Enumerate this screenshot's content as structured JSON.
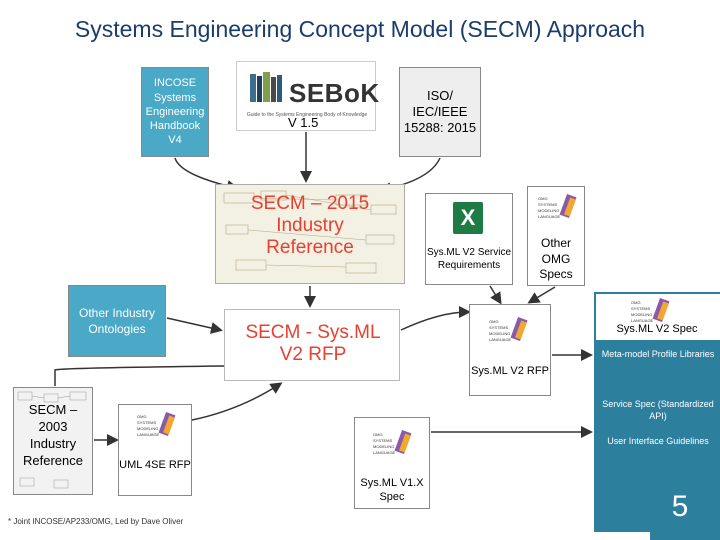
{
  "title": "Systems Engineering Concept Model (SECM) Approach",
  "nodes": {
    "incose": "INCOSE Systems Engineering Handbook V4",
    "sebok_logo": "SEBoK",
    "sebok_subtitle": "Guide to the Systems Engineering Body of Knowledge",
    "sebok_version": "V 1.5",
    "iso": "ISO/ IEC/IEEE 15288: 2015",
    "secm2015_line1": "SECM – 2015",
    "secm2015_line2": "Industry",
    "secm2015_line3": "Reference",
    "excel_icon": "X",
    "sysml_v2_service_req": "Sys.ML V2 Service Requirements",
    "other_omg_specs": "Other OMG Specs",
    "other_ontologies": "Other Industry Ontologies",
    "secm_sysml_rfp_line1": "SECM - Sys.ML",
    "secm_sysml_rfp_line2": "V2 RFP",
    "sysml_v2_rfp": "Sys.ML V2 RFP",
    "sysml_v2_spec": "Sys.ML V2 Spec",
    "meta_model": "Meta-model Profile Libraries",
    "service_spec": "Service Spec (Standardized API)",
    "ui_guidelines": "User Interface Guidelines",
    "secm2003_line1": "SECM –",
    "secm2003_line2": "2003",
    "secm2003_line3": "Industry",
    "secm2003_line4": "Reference",
    "uml_4se_rfp": "UML 4SE RFP",
    "sysml_1x_spec": "Sys.ML V1.X Spec"
  },
  "footnote": "* Joint INCOSE/AP233/OMG, Led by Dave Oliver",
  "page_number": "5",
  "colors": {
    "title": "#1b3d6b",
    "accent_blue": "#4aa9c6",
    "panel_teal": "#2d7f9e",
    "red_text": "#e8402f",
    "arrow": "#333333"
  }
}
